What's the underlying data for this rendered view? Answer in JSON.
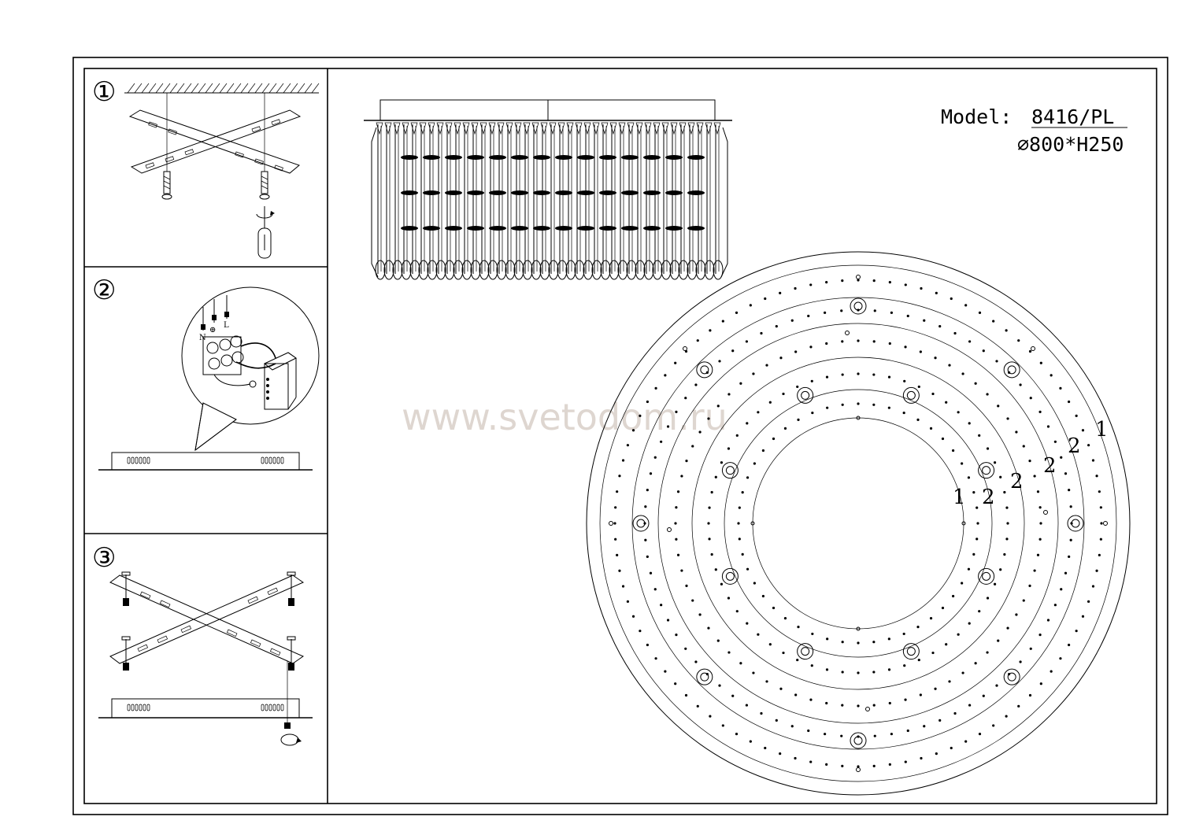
{
  "steps": [
    {
      "number": "①",
      "label": "ceiling bracket mounting"
    },
    {
      "number": "②",
      "label": "electrical connection"
    },
    {
      "number": "③",
      "label": "fixture fastening"
    }
  ],
  "model": {
    "label": "Model:",
    "code": "8416/PL",
    "dimensions": "⌀800*H250"
  },
  "wiring": {
    "neutral": "N",
    "earth": "⊕",
    "live": "L"
  },
  "watermark": "www.svetodom.ru",
  "ring_numbers": [
    "1",
    "2",
    "2",
    "2",
    "2",
    "1"
  ]
}
